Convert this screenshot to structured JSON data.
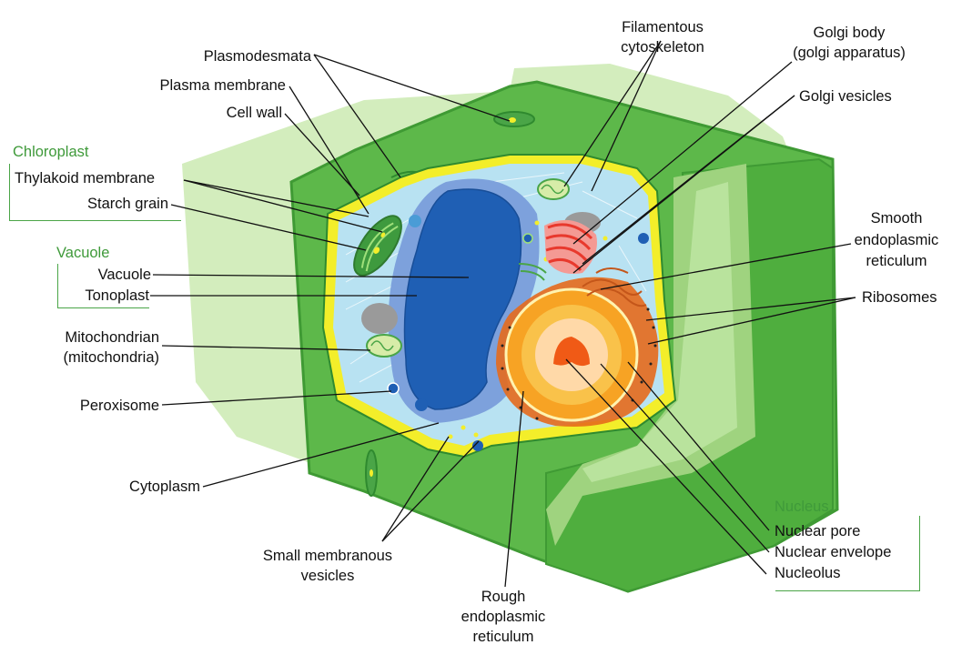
{
  "labels": {
    "plasmodesmata": "Plasmodesmata",
    "plasma_membrane": "Plasma membrane",
    "cell_wall": "Cell wall",
    "chloroplast_heading": "Chloroplast",
    "thylakoid_membrane": "Thylakoid membrane",
    "starch_grain": "Starch grain",
    "vacuole_heading": "Vacuole",
    "vacuole": "Vacuole",
    "tonoplast": "Tonoplast",
    "mitochondrian_line1": "Mitochondrian",
    "mitochondrian_line2": "(mitochondria)",
    "peroxisome": "Peroxisome",
    "cytoplasm": "Cytoplasm",
    "small_vesicles_line1": "Small membranous",
    "small_vesicles_line2": "vesicles",
    "rough_er_line1": "Rough",
    "rough_er_line2": "endoplasmic",
    "rough_er_line3": "reticulum",
    "filamentous_line1": "Filamentous",
    "filamentous_line2": "cytoskeleton",
    "golgi_body_line1": "Golgi body",
    "golgi_body_line2": "(golgi apparatus)",
    "golgi_vesicles": "Golgi vesicles",
    "smooth_er_line1": "Smooth",
    "smooth_er_line2": "endoplasmic",
    "smooth_er_line3": "reticulum",
    "ribosomes": "Ribosomes",
    "nucleus_heading": "Nucleus",
    "nuclear_pore": "Nuclear pore",
    "nuclear_envelope": "Nuclear envelope",
    "nucleolus": "Nucleolus"
  },
  "colors": {
    "cell_wall_outer": "#d3edbd",
    "cell_wall": "#5db84a",
    "cell_wall_dark": "#3f9a34",
    "plasma_membrane": "#f3ee2a",
    "cytoplasm": "#b8e2f2",
    "vacuole": "#1f5fb4",
    "tonoplast": "#7da1dc",
    "chloroplast": "#3e9a3e",
    "mitochondrion": "#d7eca8",
    "golgi": "#e8392d",
    "nucleus_outer": "#f7a324",
    "nucleolus": "#f05a16",
    "rough_er": "#e56a1c",
    "heading_green": "#3f9a3a"
  }
}
